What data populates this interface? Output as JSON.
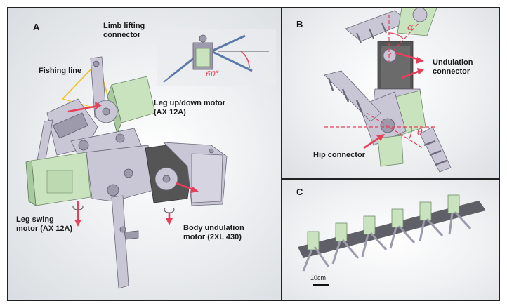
{
  "panel_a": {
    "label": "A",
    "limb_lifting_connector": "Limb lifting\nconnector",
    "fishing_line": "Fishing line",
    "leg_updown_motor": "Leg up/down motor\n(AX 12A)",
    "leg_swing_motor": "Leg swing\nmotor (AX 12A)",
    "body_undulation_motor": "Body undulation\nmotor (2XL 430)",
    "angle_label": "60°"
  },
  "panel_b": {
    "label": "B",
    "undulation_connector": "Undulation\nconnector",
    "hip_connector": "Hip connector",
    "alpha_symbol": "α",
    "theta_symbol": "θ"
  },
  "panel_c": {
    "label": "C",
    "scale_bar": "10cm"
  },
  "colors": {
    "accent_red": "#e8405a",
    "motor_green": "#c9e3bf",
    "metal_lavender": "#c9c6d6",
    "fishing_line_yellow": "#f2c230"
  }
}
